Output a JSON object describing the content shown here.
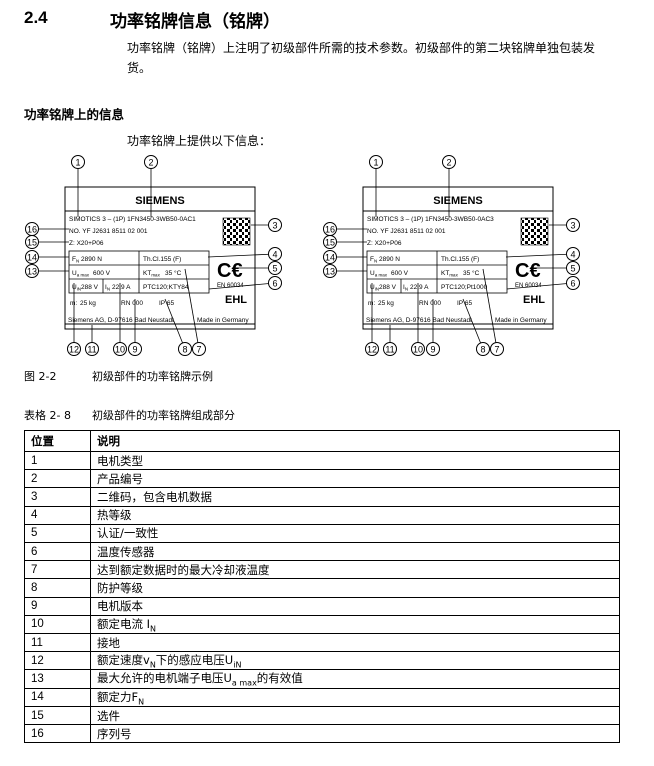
{
  "section": {
    "number": "2.4",
    "title": "功率铭牌信息（铭牌）",
    "intro": "功率铭牌（铭牌）上注明了初级部件所需的技术参数。初级部件的第二块铭牌单独包装发货。"
  },
  "subsection": {
    "title": "功率铭牌上的信息",
    "intro": "功率铭牌上提供以下信息："
  },
  "plates": [
    {
      "brand": "SIEMENS",
      "motor_type": "SIMOTICS 3 – (1P) 1FN3450-3WB50-0AC1",
      "serial": "NO. YF  J2631 8511 02    001",
      "option": "Z:   X20+P06",
      "force": "2890 N",
      "voltage_max": "600 V",
      "voltage_in": "288 V",
      "current": "22,9 A",
      "mass": "25 kg",
      "thermal_class": "Th.Cl.155 (F)",
      "kt_max": "35 °C",
      "sensor": "PTC120;KTY84",
      "rn": "RN 000",
      "ip": "IP 65",
      "standard": "EN 60034",
      "eac": "EHL",
      "footer_left": "Siemens AG, D-97616 Bad Neustadt",
      "footer_right": "Made in Germany"
    },
    {
      "brand": "SIEMENS",
      "motor_type": "SIMOTICS 3 – (1P) 1FN3450-3WB50-0AC3",
      "serial": "NO. YF  J2631 8511 02    001",
      "option": "Z:   X20+P06",
      "force": "2890 N",
      "voltage_max": "600 V",
      "voltage_in": "288 V",
      "current": "22,9 A",
      "mass": "25 kg",
      "thermal_class": "Th.Cl.155 (F)",
      "kt_max": "35 °C",
      "sensor": "PTC120;Pt1000",
      "rn": "RN 000",
      "ip": "IP 65",
      "standard": "EN 60034",
      "eac": "EHL",
      "footer_left": "Siemens AG, D-97616 Bad Neustadt",
      "footer_right": "Made in Germany"
    }
  ],
  "callouts": {
    "top": [
      "1",
      "2"
    ],
    "right": [
      "3",
      "4",
      "5",
      "6"
    ],
    "left": [
      "16",
      "15",
      "14",
      "13"
    ],
    "bottom": [
      "12",
      "11",
      "10",
      "9",
      "8",
      "7"
    ]
  },
  "figure": {
    "label": "图 2-2",
    "caption": "初级部件的功率铭牌示例"
  },
  "table": {
    "label": "表格 2- 8",
    "caption": "初级部件的功率铭牌组成部分",
    "headers": [
      "位置",
      "说明"
    ],
    "rows": [
      {
        "pos": "1",
        "desc": "电机类型"
      },
      {
        "pos": "2",
        "desc": "产品编号"
      },
      {
        "pos": "3",
        "desc": "二维码，包含电机数据"
      },
      {
        "pos": "4",
        "desc": "热等级"
      },
      {
        "pos": "5",
        "desc": "认证/一致性"
      },
      {
        "pos": "6",
        "desc": "温度传感器"
      },
      {
        "pos": "7",
        "desc": "达到额定数据时的最大冷却液温度"
      },
      {
        "pos": "8",
        "desc": "防护等级"
      },
      {
        "pos": "9",
        "desc": "电机版本"
      },
      {
        "pos": "10",
        "desc": "额定电流 I",
        "sub": "N"
      },
      {
        "pos": "11",
        "desc": "接地"
      },
      {
        "pos": "12",
        "desc": "额定速度v",
        "sub": "N",
        "desc2": "下的感应电压U",
        "sub2": "iN"
      },
      {
        "pos": "13",
        "desc": "最大允许的电机端子电压U",
        "sub": "a max",
        "desc2": "的有效值"
      },
      {
        "pos": "14",
        "desc": "额定力F",
        "sub": "N"
      },
      {
        "pos": "15",
        "desc": "选件"
      },
      {
        "pos": "16",
        "desc": "序列号"
      }
    ]
  }
}
